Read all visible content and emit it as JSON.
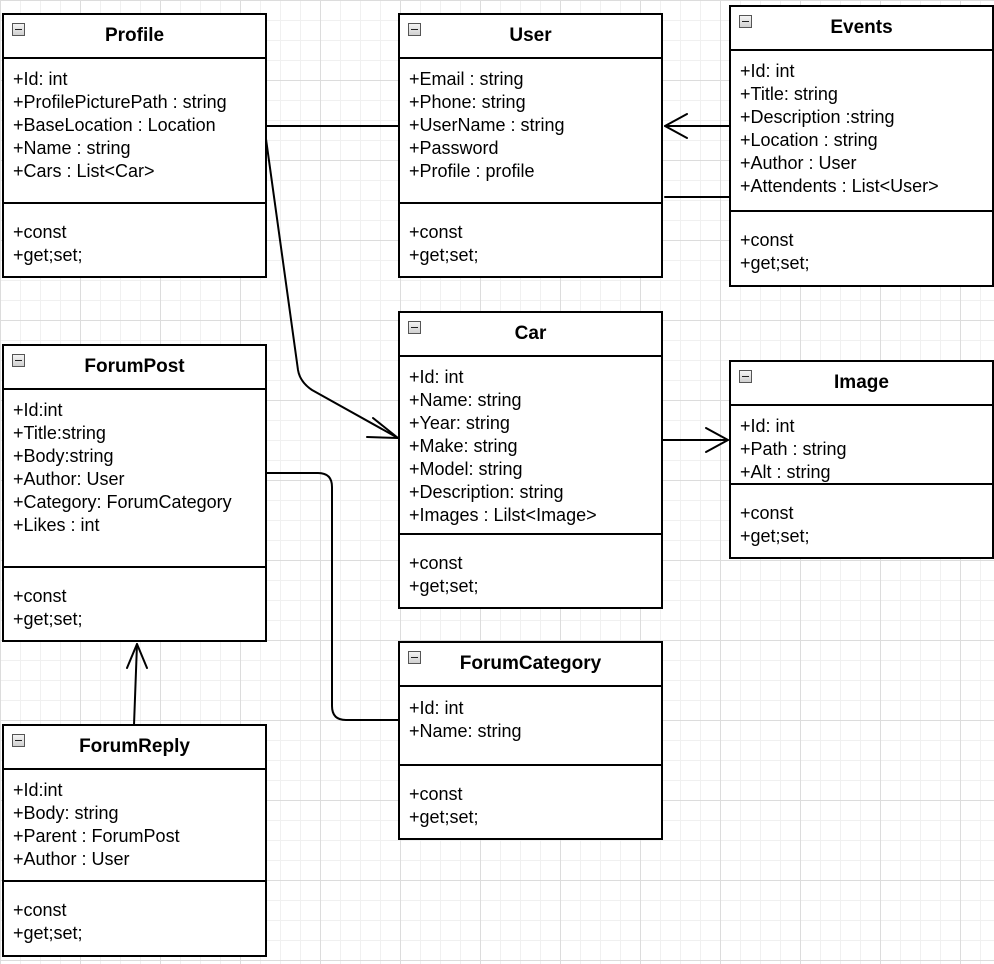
{
  "classes": [
    {
      "name": "Profile",
      "attributes": [
        "+Id: int",
        "+ProfilePicturePath : string",
        "+BaseLocation : Location",
        "+Name : string",
        "+Cars : List<Car>"
      ],
      "methods": [
        "+const",
        "+get;set;"
      ]
    },
    {
      "name": "User",
      "attributes": [
        "+Email : string",
        "+Phone: string",
        "+UserName : string",
        "+Password",
        "+Profile : profile"
      ],
      "methods": [
        "+const",
        "+get;set;"
      ]
    },
    {
      "name": "Events",
      "attributes": [
        "+Id: int",
        "+Title: string",
        "+Description :string",
        "+Location : string",
        "+Author : User",
        "+Attendents : List<User>"
      ],
      "methods": [
        "+const",
        "+get;set;"
      ]
    },
    {
      "name": "ForumPost",
      "attributes": [
        "+Id:int",
        "+Title:string",
        "+Body:string",
        "+Author: User",
        "+Category: ForumCategory",
        "+Likes : int"
      ],
      "methods": [
        "+const",
        "+get;set;"
      ]
    },
    {
      "name": "Car",
      "attributes": [
        "+Id: int",
        "+Name: string",
        "+Year: string",
        "+Make: string",
        "+Model: string",
        "+Description: string",
        "+Images : Lilst<Image>"
      ],
      "methods": [
        "+const",
        "+get;set;"
      ]
    },
    {
      "name": "Image",
      "attributes": [
        "+Id: int",
        "+Path : string",
        "+Alt : string"
      ],
      "methods": [
        "+const",
        "+get;set;"
      ]
    },
    {
      "name": "ForumCategory",
      "attributes": [
        "+Id: int",
        "+Name: string"
      ],
      "methods": [
        "+const",
        "+get;set;"
      ]
    },
    {
      "name": "ForumReply",
      "attributes": [
        "+Id:int",
        "+Body: string",
        "+Parent : ForumPost",
        "+Author : User"
      ],
      "methods": [
        "+const",
        "+get;set;"
      ]
    }
  ],
  "connectors": [
    {
      "from": "Profile",
      "to": "User",
      "arrow": "none"
    },
    {
      "from": "Events",
      "to": "User",
      "arrow": "open"
    },
    {
      "from": "Events",
      "to": "User",
      "arrow": "none"
    },
    {
      "from": "Profile",
      "to": "Car",
      "arrow": "open"
    },
    {
      "from": "Car",
      "to": "Image",
      "arrow": "open"
    },
    {
      "from": "ForumPost",
      "to": "ForumCategory",
      "arrow": "none"
    },
    {
      "from": "ForumReply",
      "to": "ForumPost",
      "arrow": "open"
    }
  ]
}
